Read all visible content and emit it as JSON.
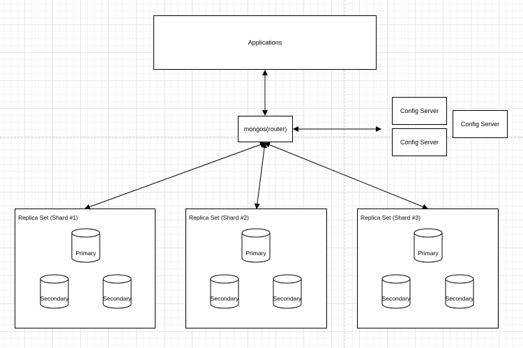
{
  "applications": {
    "label": "Applications"
  },
  "router": {
    "label": "mongos(router)"
  },
  "config_servers": [
    {
      "label": "Config Server"
    },
    {
      "label": "Config Server"
    },
    {
      "label": "Config Server"
    }
  ],
  "shards": [
    {
      "title": "Replica Set (Shard #1)",
      "primary": "Primary",
      "secondary_a": "Secondary",
      "secondary_b": "Secondary"
    },
    {
      "title": "Replica Set (Shard #2)",
      "primary": "Primary",
      "secondary_a": "Secondary",
      "secondary_b": "Secondary"
    },
    {
      "title": "Replica Set (Shard #3)",
      "primary": "Primary",
      "secondary_a": "Secondary",
      "secondary_b": "Secondary"
    }
  ]
}
